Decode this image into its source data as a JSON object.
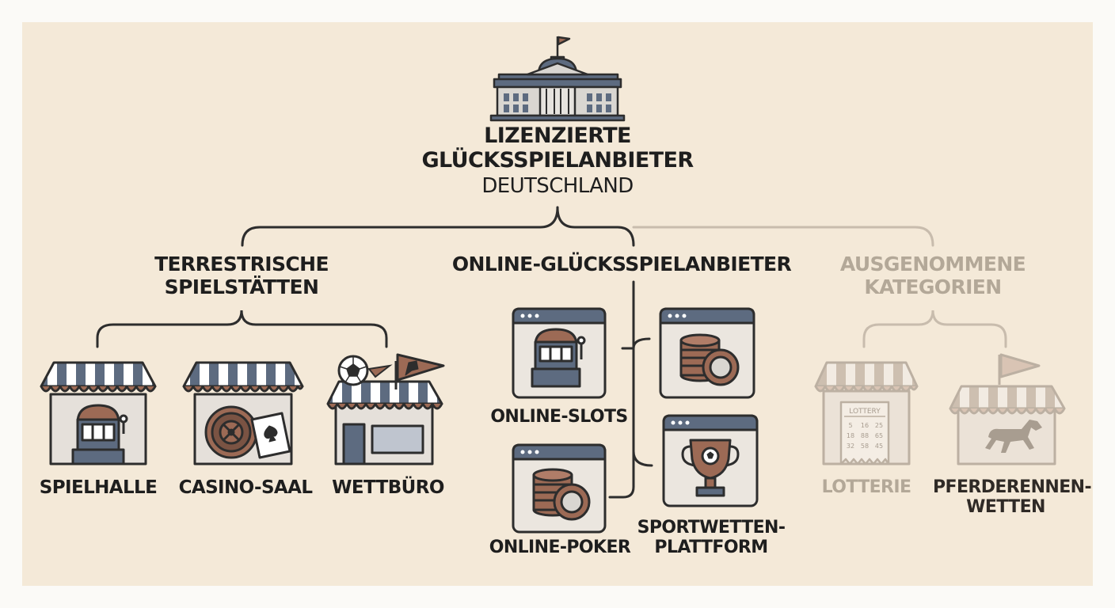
{
  "title": {
    "line1": "LIZENZIERTE",
    "line2": "GLÜCKSSPIELANBIETER",
    "subtitle": "DEUTSCHLAND"
  },
  "branches": {
    "terrestrial": {
      "line1": "TERRESTRISCHE",
      "line2": "SPIELSTÄTTEN",
      "items": [
        "SPIELHALLE",
        "CASINO-SAAL",
        "WETTBÜRO"
      ]
    },
    "online": {
      "label": "ONLINE-GLÜCKSSPIELANBIETER",
      "items": [
        "ONLINE-SLOTS",
        "ONLINE-POKER"
      ],
      "sport_line1": "SPORTWETTEN-",
      "sport_line2": "PLATTFORM"
    },
    "exempt": {
      "line1": "AUSGENOMMENE",
      "line2": "KATEGORIEN",
      "items": [
        "LOTTERIE"
      ],
      "horse_line1": "PFERDERENNEN-",
      "horse_line2": "WETTEN",
      "lottery_ticket_title": "LOTTERY",
      "lottery_numbers": [
        "5",
        "16",
        "25",
        "18",
        "88",
        "65",
        "32",
        "58",
        "45"
      ]
    }
  },
  "colors": {
    "background": "#f4e9d8",
    "outline": "#2d2d2d",
    "slate_blue": "#5d6b80",
    "terracotta": "#9c6a55",
    "muted": "#b3a898"
  },
  "icons": [
    "government-building-icon",
    "slot-machine-icon",
    "roulette-wheel-icon",
    "playing-card-icon",
    "soccer-ball-icon",
    "horse-flag-icon",
    "casino-chips-icon",
    "trophy-icon",
    "lottery-ticket-icon",
    "racing-horse-icon"
  ]
}
